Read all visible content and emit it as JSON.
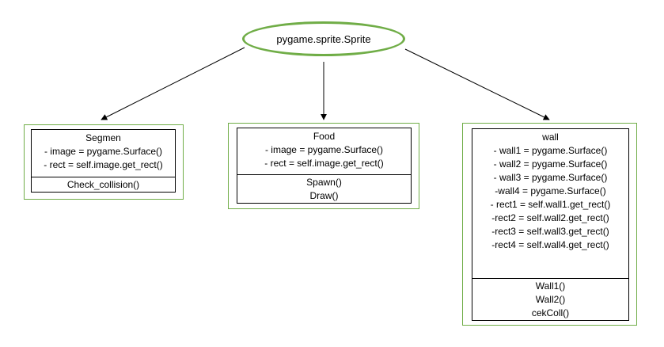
{
  "root": {
    "label": "pygame.sprite.Sprite"
  },
  "classes": [
    {
      "name": "Segmen",
      "attributes": [
        "- image = pygame.Surface()",
        "- rect = self.image.get_rect()"
      ],
      "methods": [
        "Check_collision()"
      ]
    },
    {
      "name": "Food",
      "attributes": [
        "- image = pygame.Surface()",
        "- rect = self.image.get_rect()"
      ],
      "methods": [
        "Spawn()",
        "Draw()"
      ]
    },
    {
      "name": "wall",
      "attributes": [
        "- wall1 = pygame.Surface()",
        "- wall2 = pygame.Surface()",
        "- wall3 = pygame.Surface()",
        "-wall4 = pygame.Surface()",
        "- rect1 = self.wall1.get_rect()",
        "-rect2 = self.wall2.get_rect()",
        "-rect3 = self.wall3.get_rect()",
        "-rect4 = self.wall4.get_rect()"
      ],
      "methods": [
        "Wall1()",
        "Wall2()",
        "cekColl()"
      ]
    }
  ],
  "colors": {
    "outline_green": "#70ad47",
    "line": "#000000"
  }
}
